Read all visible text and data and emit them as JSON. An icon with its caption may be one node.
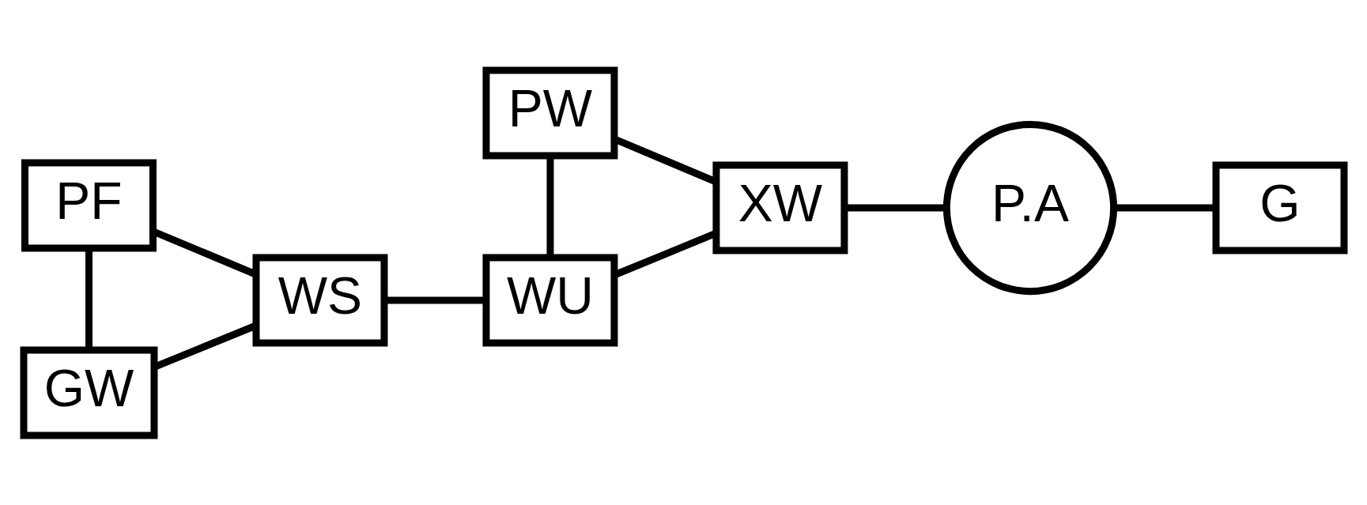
{
  "diagram": {
    "nodes": [
      {
        "text": [
          "PF"
        ]
      },
      {
        "text": [
          "GW"
        ]
      },
      {
        "text": [
          "WS"
        ]
      },
      {
        "text": [
          "WU"
        ]
      },
      {
        "text": [
          "XW"
        ]
      },
      {
        "text": [
          "P.A"
        ]
      },
      {
        "text": [
          "G"
        ]
      },
      {
        "text": [
          "PW"
        ]
      }
    ],
    "edges": [
      {
        "from": 1,
        "to": 2,
        "arrow": "none"
      },
      {
        "from": 0,
        "to": 1,
        "arrow": "none"
      },
      {
        "from": 0,
        "to": 2,
        "arrow": "none"
      },
      {
        "from": 2,
        "to": 3,
        "arrow": "none"
      },
      {
        "from": 3,
        "to": 4,
        "arrow": "none"
      },
      {
        "from": 7,
        "to": 3,
        "arrow": "none"
      },
      {
        "from": 7,
        "to": 4,
        "arrow": "none"
      },
      {
        "from": 4,
        "to": 5,
        "arrow": "none"
      },
      {
        "from": 5,
        "to": 6,
        "arrow": "none"
      }
    ]
  }
}
